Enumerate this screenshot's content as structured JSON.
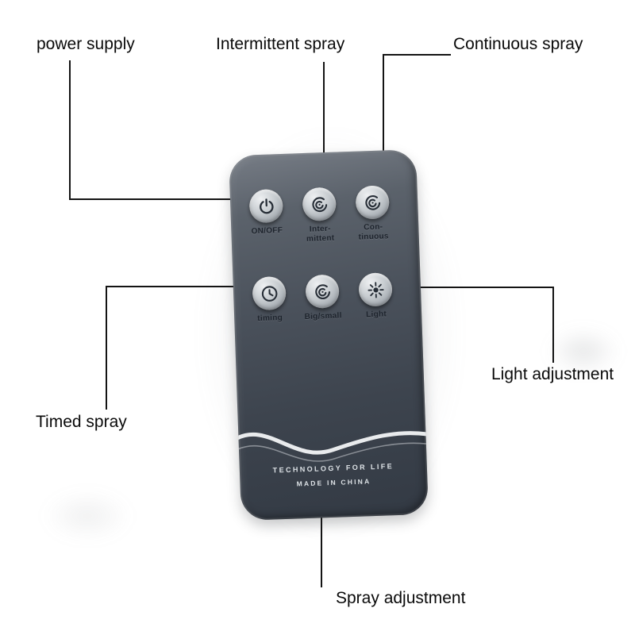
{
  "callouts": [
    {
      "id": "power-supply",
      "label": "power supply"
    },
    {
      "id": "intermittent-spray",
      "label": "Intermittent spray"
    },
    {
      "id": "continuous-spray",
      "label": "Continuous spray"
    },
    {
      "id": "timed-spray",
      "label": "Timed spray"
    },
    {
      "id": "light-adjustment",
      "label": "Light adjustment"
    },
    {
      "id": "spray-adjustment",
      "label": "Spray adjustment"
    }
  ],
  "remote": {
    "buttons": [
      {
        "label": "ON/OFF",
        "icon": "power-icon"
      },
      {
        "label": "Inter-\nmittent",
        "icon": "intermittent-spray-icon"
      },
      {
        "label": "Con-\ntinuous",
        "icon": "continuous-spray-icon"
      },
      {
        "label": "timing",
        "icon": "clock-icon"
      },
      {
        "label": "Big/small",
        "icon": "spray-size-icon"
      },
      {
        "label": "Light",
        "icon": "light-icon"
      }
    ],
    "footer": {
      "line1": "TECHNOLOGY  FOR  LIFE",
      "line2": "MADE IN CHINA"
    },
    "colors": {
      "remote_body": "#4a515b",
      "button_face": "#c6cbcf",
      "icon_ink": "#262d36",
      "callout_line": "#141414",
      "wave": "#f2f4f6"
    }
  }
}
